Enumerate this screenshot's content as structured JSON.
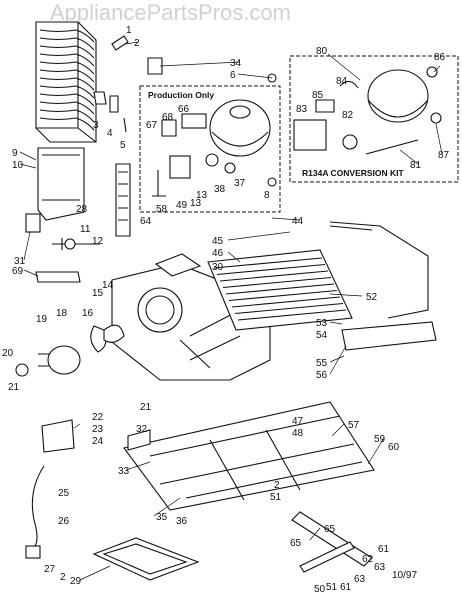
{
  "watermark": "AppliancePartsPros.com",
  "box_labels": {
    "production_only": "Production Only",
    "conversion_kit": "R134A  CONVERSION  KIT"
  },
  "date_code": "10/97",
  "callouts": {
    "c1": "1",
    "c2": "2",
    "c3": "3",
    "c4": "4",
    "c5": "5",
    "c6": "6",
    "c8": "8",
    "c9": "9",
    "c10": "10",
    "c11": "11",
    "c12": "12",
    "c13": "13",
    "c14": "14",
    "c15": "15",
    "c16": "16",
    "c18": "18",
    "c19": "19",
    "c20": "20",
    "c21a": "21",
    "c21b": "21",
    "c22": "22",
    "c23": "23",
    "c24": "24",
    "c25": "25",
    "c26": "26",
    "c27": "27",
    "c28": "28",
    "c29": "29",
    "c30": "30",
    "c31": "31",
    "c32": "32",
    "c33": "33",
    "c34": "34",
    "c35": "35",
    "c36": "36",
    "c37": "37",
    "c38": "38",
    "c44": "44",
    "c45": "45",
    "c46": "46",
    "c47": "47",
    "c48": "48",
    "c49": "49",
    "c50": "50",
    "c51a": "51",
    "c51b": "51",
    "c52": "52",
    "c53": "53",
    "c54": "54",
    "c55": "55",
    "c56": "56",
    "c57": "57",
    "c58": "58",
    "c59": "59",
    "c60": "60",
    "c61a": "61",
    "c61b": "61",
    "c62": "62",
    "c63a": "63",
    "c63b": "63",
    "c64": "64",
    "c65a": "65",
    "c65b": "65",
    "c66": "66",
    "c67": "67",
    "c68": "68",
    "c69": "69",
    "c80": "80",
    "c81": "81",
    "c82": "82",
    "c83": "83",
    "c84": "84",
    "c85": "85",
    "c86": "86",
    "c87": "87",
    "c2b": "2",
    "c2c": "2",
    "c13b": "13"
  }
}
